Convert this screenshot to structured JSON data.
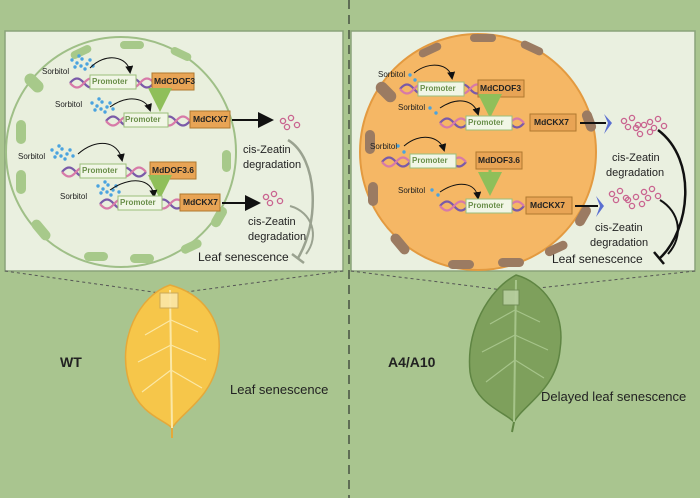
{
  "left": {
    "condition_label": "WT",
    "outcome_label": "Leaf senescence",
    "sorbitol": [
      "Sorbitol",
      "Sorbitol",
      "Sorbitol",
      "Sorbitol"
    ],
    "promoter": [
      "Promoter",
      "Promoter",
      "Promoter",
      "Promoter"
    ],
    "genes": [
      "MdCDOF3",
      "MdCKX7",
      "MdDOF3.6",
      "MdCKX7"
    ],
    "product1": "cis-Zeatin",
    "process1": "degradation",
    "product2": "cis-Zeatin",
    "process2": "degradation",
    "result": "Leaf senescence"
  },
  "right": {
    "condition_label": "A4/A10",
    "outcome_label": "Delayed leaf senescence",
    "sorbitol": [
      "Sorbitol",
      "Sorbitol",
      "Sorbitol",
      "Sorbitol"
    ],
    "promoter": [
      "Promoter",
      "Promoter",
      "Promoter",
      "Promoter"
    ],
    "genes": [
      "MdCDOF3",
      "MdCKX7",
      "MdDOF3.6",
      "MdCKX7"
    ],
    "product1": "cis-Zeatin",
    "process1": "degradation",
    "product2": "cis-Zeatin",
    "process2": "degradation",
    "result": "Leaf senescence"
  },
  "colors": {
    "background": "#a9c58f",
    "panel": "#eaf0e0",
    "wt_cell": "#e9efdd",
    "mutant_cell": "#f5b765",
    "gene_box": "#e8a455",
    "promoter_box": "#f1f6e6",
    "wt_leaf": "#f6c64a",
    "mutant_leaf": "#7ea05c"
  }
}
